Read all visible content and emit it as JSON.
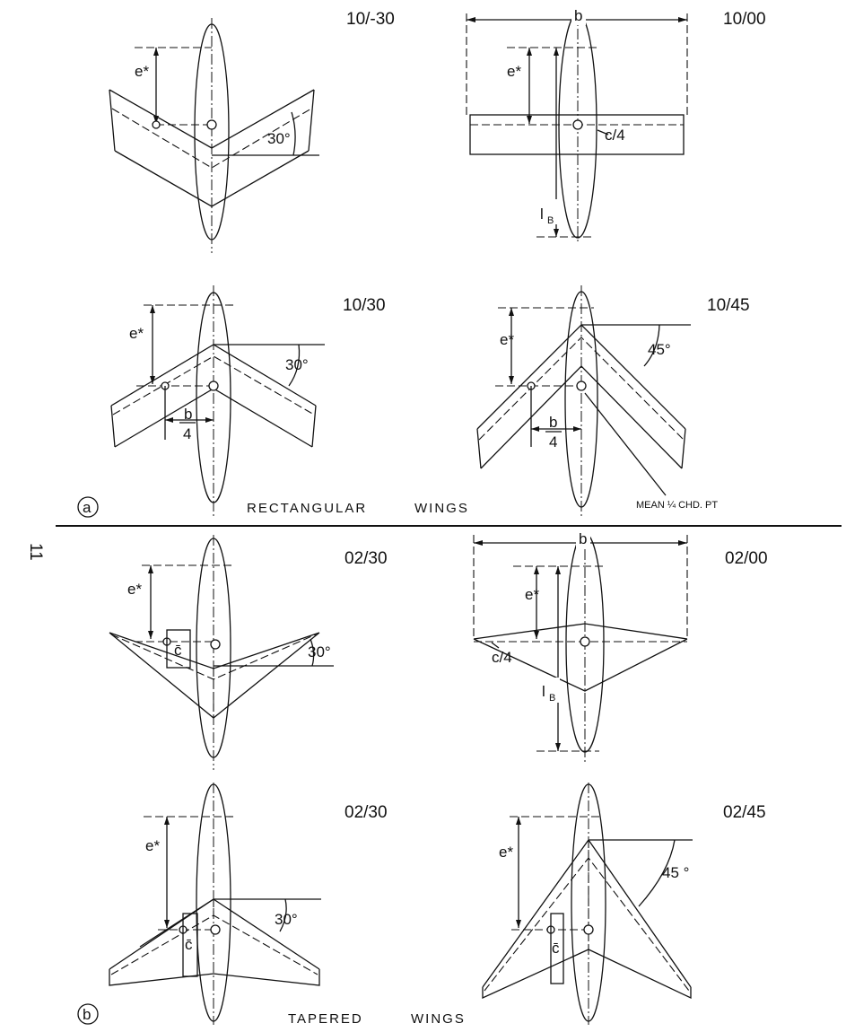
{
  "figure": {
    "section_a": {
      "label": "a",
      "caption_left": "RECTANGULAR",
      "caption_right": "WINGS",
      "mean_chord_label": "MEAN ¼ CHD. PT"
    },
    "section_b": {
      "label": "b",
      "caption_left": "TAPERED",
      "caption_right": "WINGS"
    },
    "page_number": "11",
    "panels": [
      {
        "code": "10/-30",
        "angle": "30°"
      },
      {
        "code": "10/00"
      },
      {
        "code": "10/30",
        "angle": "30°"
      },
      {
        "code": "10/45",
        "angle": "45°"
      },
      {
        "code": "02/30",
        "angle": "30°"
      },
      {
        "code": "02/00"
      },
      {
        "code": "02/30",
        "angle": "30°"
      },
      {
        "code": "02/45",
        "angle": "45 °"
      }
    ],
    "symbols": {
      "e_star": "e*",
      "span": "b",
      "quarter_chord": "c/4",
      "body_length": "l",
      "body_length_sub": "B",
      "b_num": "b",
      "b_den": "4",
      "mean_chord": "c̄"
    }
  }
}
